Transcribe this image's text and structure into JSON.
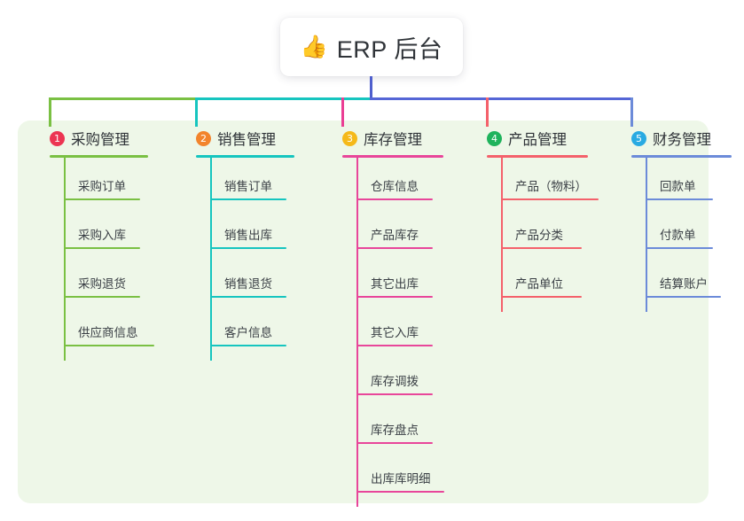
{
  "root": {
    "icon": "thumbs-up-icon",
    "emoji": "👍",
    "title": "ERP 后台"
  },
  "panel": {
    "background": "#eef7e8"
  },
  "connector_colors": {
    "stem": "#4f5fcd",
    "segment_green": "#7ac043",
    "segment_teal": "#16c5bf",
    "segment_blue": "#5566d6",
    "drop_purchase": "#7ac043",
    "drop_sales": "#16c5bf",
    "drop_inventory": "#ea3f94",
    "drop_product": "#f4616b",
    "drop_finance": "#6c8bd9"
  },
  "columns": [
    {
      "index": "1",
      "badge_color": "#ec3552",
      "line_color": "#7ac043",
      "title": "采购管理",
      "underline_width": 111,
      "items": [
        {
          "label": "采购订单",
          "width": 85
        },
        {
          "label": "采购入库",
          "width": 85
        },
        {
          "label": "采购退货",
          "width": 85
        },
        {
          "label": "供应商信息",
          "width": 101
        }
      ]
    },
    {
      "index": "2",
      "badge_color": "#f2842c",
      "line_color": "#16c5bf",
      "title": "销售管理",
      "underline_width": 111,
      "items": [
        {
          "label": "销售订单",
          "width": 85
        },
        {
          "label": "销售出库",
          "width": 85
        },
        {
          "label": "销售退货",
          "width": 85
        },
        {
          "label": "客户信息",
          "width": 85
        }
      ]
    },
    {
      "index": "3",
      "badge_color": "#f5b91a",
      "line_color": "#e8469a",
      "title": "库存管理",
      "underline_width": 114,
      "items": [
        {
          "label": "仓库信息",
          "width": 85
        },
        {
          "label": "产品库存",
          "width": 85
        },
        {
          "label": "其它出库",
          "width": 85
        },
        {
          "label": "其它入库",
          "width": 85
        },
        {
          "label": "库存调拨",
          "width": 85
        },
        {
          "label": "库存盘点",
          "width": 85
        },
        {
          "label": "出库库明细",
          "width": 98
        }
      ]
    },
    {
      "index": "4",
      "badge_color": "#1fb35c",
      "line_color": "#f4616b",
      "title": "产品管理",
      "underline_width": 114,
      "items": [
        {
          "label": "产品（物料）",
          "width": 109
        },
        {
          "label": "产品分类",
          "width": 90
        },
        {
          "label": "产品单位",
          "width": 90
        }
      ]
    },
    {
      "index": "5",
      "badge_color": "#29aae2",
      "line_color": "#6c8bd9",
      "title": "财务管理",
      "underline_width": 113,
      "items": [
        {
          "label": "回款单",
          "width": 75
        },
        {
          "label": "付款单",
          "width": 75
        },
        {
          "label": "结算账户",
          "width": 84
        }
      ]
    }
  ]
}
